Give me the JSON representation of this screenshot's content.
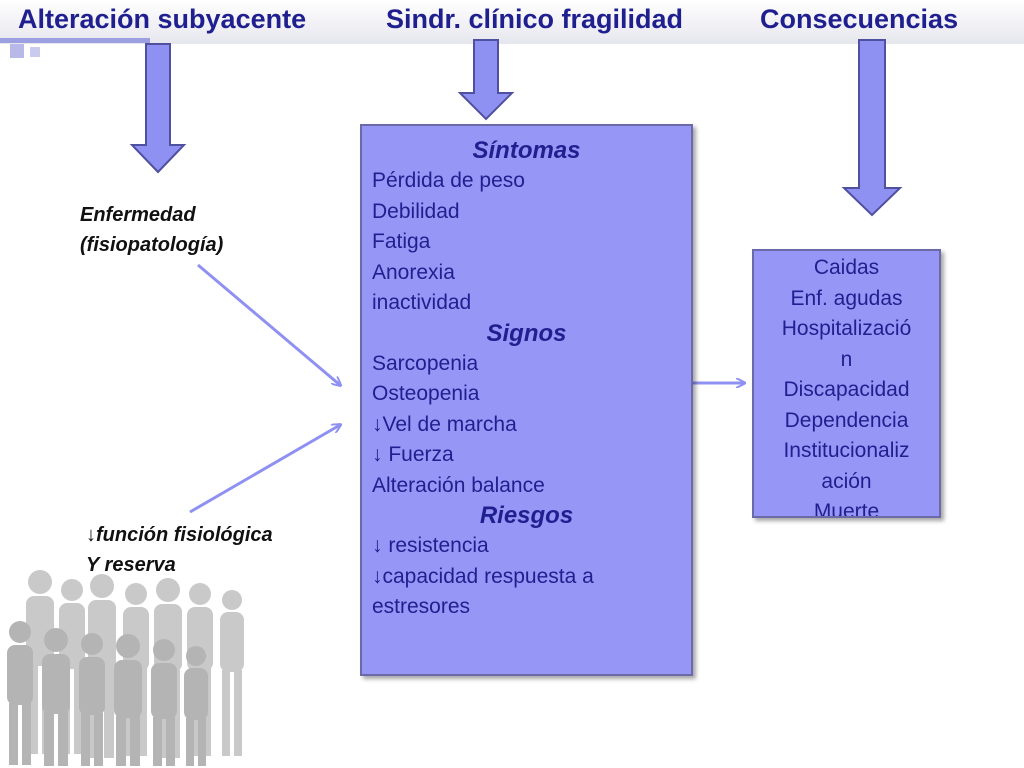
{
  "header": {
    "col1_title": "Alteración subyacente",
    "col2_title": "Sindr. clínico fragilidad",
    "col3_title": "Consecuencias"
  },
  "left": {
    "disease_line1": "Enfermedad",
    "disease_line2": "(fisiopatología)",
    "function_line1": "↓función fisiológica",
    "function_line2": "Y reserva"
  },
  "syndrome": {
    "symptoms_title": "Síntomas",
    "symptoms": [
      "Pérdida de peso",
      "Debilidad",
      "Fatiga",
      "Anorexia",
      "inactividad"
    ],
    "signs_title": "Signos",
    "signs": [
      "Sarcopenia",
      "Osteopenia",
      "↓Vel de marcha",
      "↓ Fuerza",
      "Alteración balance"
    ],
    "risks_title": "Riesgos",
    "risks": [
      "↓ resistencia",
      "↓capacidad respuesta a",
      "estresores"
    ]
  },
  "outcomes": {
    "items": [
      "Caidas",
      "Enf. agudas",
      "Hospitalizació",
      "n",
      "Discapacidad",
      "Dependencia",
      "Institucionaliz",
      "ación",
      "Muerte"
    ]
  },
  "colors": {
    "title_text": "#1f1f8f",
    "box_fill": "#9696f7",
    "arrow_fill": "#8f91f2",
    "arrow_stroke": "#5050a0"
  }
}
